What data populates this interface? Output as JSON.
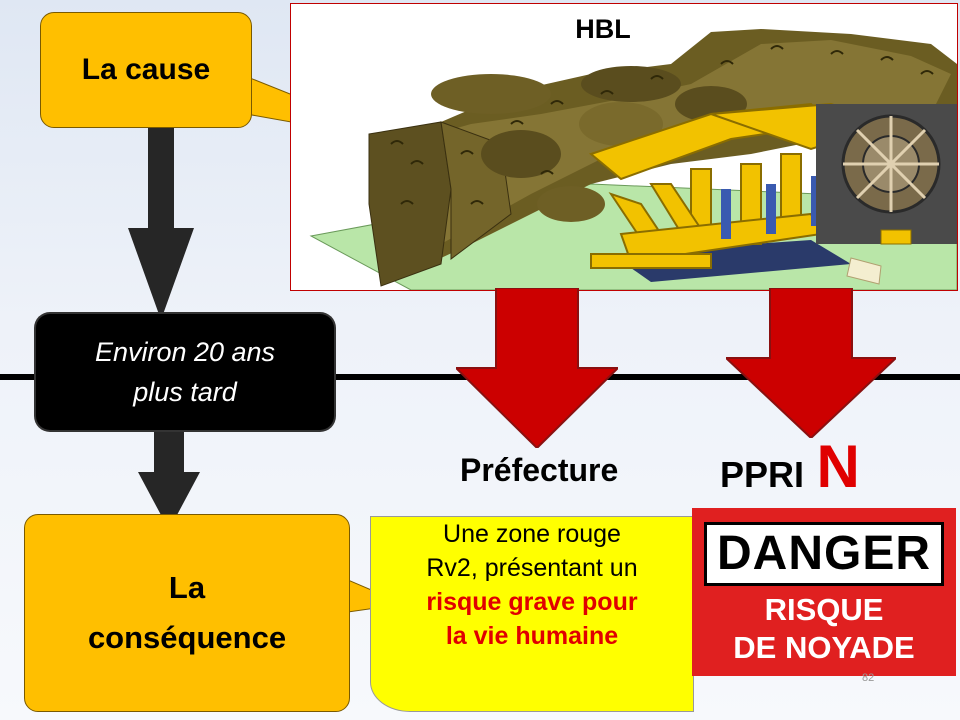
{
  "slide": {
    "cause_label": "La cause",
    "consequence_label_line1": "La",
    "consequence_label_line2": "conséquence",
    "delay_line1": "Environ 20 ans",
    "delay_line2": "plus tard",
    "image_title": "HBL",
    "prefecture_label": "Préfecture",
    "ppri_label": "PPRI",
    "ppri_suffix": "N",
    "zone_line1": "Une zone rouge",
    "zone_line2": "Rv2, présentant un",
    "zone_line3": "risque grave pour",
    "zone_line4": "la vie humaine",
    "sign_line1": "DANGER",
    "sign_line2": "RISQUE",
    "sign_line3": "DE NOYADE",
    "slide_number": "82"
  },
  "colors": {
    "callout": "#ffbf00",
    "arrow_dark": "#262626",
    "arrow_red": "#cc0000",
    "zone_box": "#ffff00",
    "sign_red": "#e02020"
  }
}
